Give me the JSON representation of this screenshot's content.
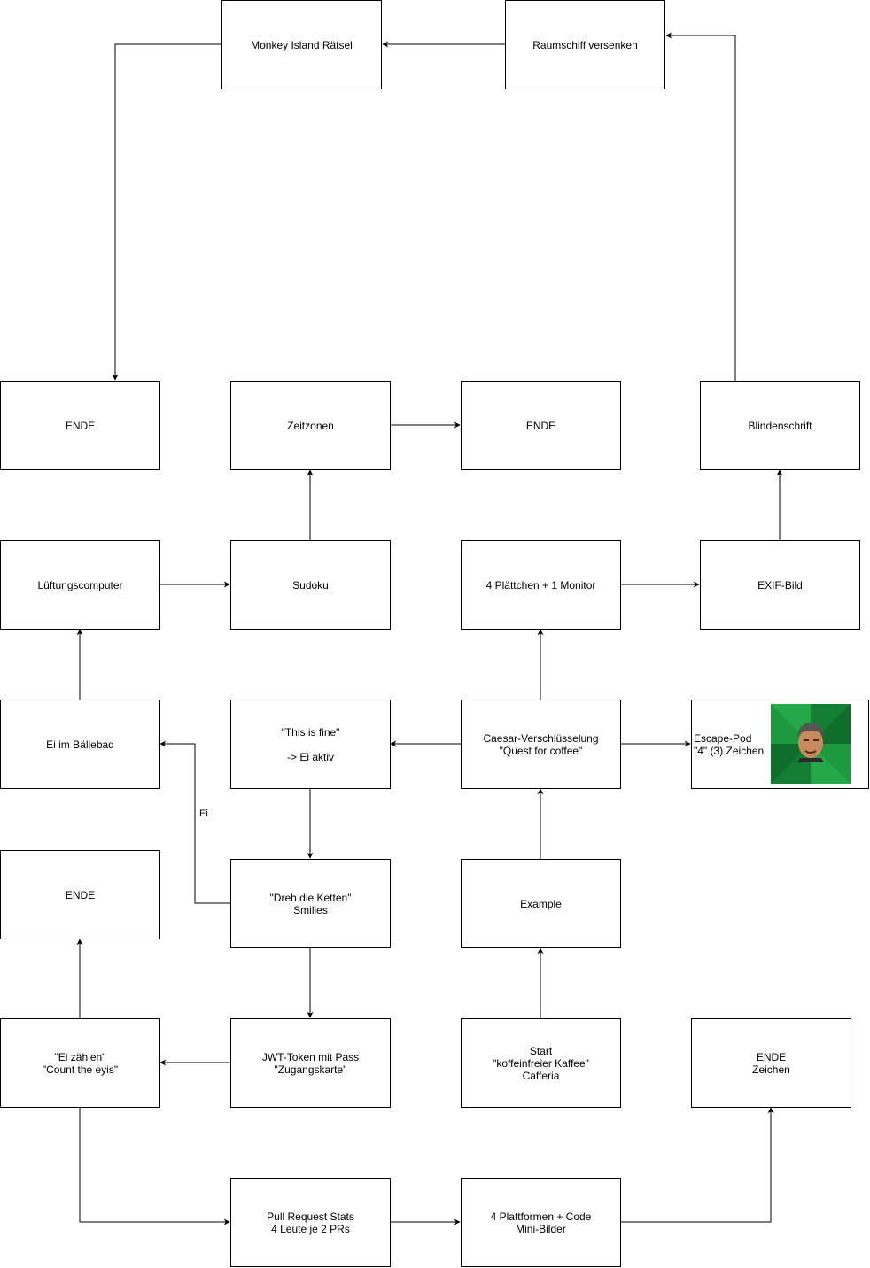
{
  "nodes": [
    {
      "id": "monkey",
      "lines": [
        "Monkey Island Rätsel"
      ]
    },
    {
      "id": "raumschiff",
      "lines": [
        "Raumschiff versenken"
      ]
    },
    {
      "id": "ende1",
      "lines": [
        "ENDE"
      ]
    },
    {
      "id": "zeitzonen",
      "lines": [
        "Zeitzonen"
      ]
    },
    {
      "id": "ende2",
      "lines": [
        "ENDE"
      ]
    },
    {
      "id": "blindenschrift",
      "lines": [
        "Blindenschrift"
      ]
    },
    {
      "id": "lueftung",
      "lines": [
        "Lüftungscomputer"
      ]
    },
    {
      "id": "sudoku",
      "lines": [
        "Sudoku"
      ]
    },
    {
      "id": "plaettchen",
      "lines": [
        "4 Plättchen + 1 Monitor"
      ]
    },
    {
      "id": "exif",
      "lines": [
        "EXIF-Bild"
      ]
    },
    {
      "id": "ballebad",
      "lines": [
        "Ei im Bällebad"
      ]
    },
    {
      "id": "thisisfine",
      "lines": [
        "\"This is fine\"",
        "",
        "-> Ei aktiv"
      ]
    },
    {
      "id": "caesar",
      "lines": [
        "Caesar-Verschlüsselung",
        "\"Quest for coffee\""
      ]
    },
    {
      "id": "escape",
      "lines": [
        "Escape-Pod",
        "\"4\" (3) Zeichen"
      ]
    },
    {
      "id": "ende3",
      "lines": [
        "ENDE"
      ]
    },
    {
      "id": "dreh",
      "lines": [
        "\"Dreh die Ketten\"",
        "Smilies"
      ]
    },
    {
      "id": "example",
      "lines": [
        "Example"
      ]
    },
    {
      "id": "eizaehlen",
      "lines": [
        "\"Ei zählen\"",
        "\"Count the eyis\""
      ]
    },
    {
      "id": "jwt",
      "lines": [
        "JWT-Token mit Pass",
        "\"Zugangskarte\""
      ]
    },
    {
      "id": "start",
      "lines": [
        "Start",
        "\"koffeinfreier Kaffee\"",
        "Cafferia"
      ]
    },
    {
      "id": "endezeichen",
      "lines": [
        "ENDE",
        "Zeichen"
      ]
    },
    {
      "id": "pullrequest",
      "lines": [
        "Pull Request Stats",
        "4 Leute je 2 PRs"
      ]
    },
    {
      "id": "plattformen",
      "lines": [
        "4 Plattformen + Code",
        "Mini-Bilder"
      ]
    }
  ],
  "edges": [
    {
      "from": "raumschiff",
      "to": "monkey"
    },
    {
      "from": "monkey",
      "to": "ende1"
    },
    {
      "from": "blindenschrift",
      "to": "raumschiff"
    },
    {
      "from": "zeitzonen",
      "to": "ende2"
    },
    {
      "from": "exif",
      "to": "blindenschrift"
    },
    {
      "from": "sudoku",
      "to": "zeitzonen"
    },
    {
      "from": "lueftung",
      "to": "sudoku"
    },
    {
      "from": "plaettchen",
      "to": "exif"
    },
    {
      "from": "ballebad",
      "to": "lueftung"
    },
    {
      "from": "caesar",
      "to": "plaettchen"
    },
    {
      "from": "caesar",
      "to": "thisisfine"
    },
    {
      "from": "caesar",
      "to": "escape"
    },
    {
      "from": "thisisfine",
      "to": "dreh"
    },
    {
      "from": "dreh",
      "to": "ballebad",
      "label": "Ei"
    },
    {
      "from": "dreh",
      "to": "jwt"
    },
    {
      "from": "example",
      "to": "caesar"
    },
    {
      "from": "start",
      "to": "example"
    },
    {
      "from": "jwt",
      "to": "eizaehlen"
    },
    {
      "from": "eizaehlen",
      "to": "ende3"
    },
    {
      "from": "eizaehlen",
      "to": "pullrequest"
    },
    {
      "from": "pullrequest",
      "to": "plattformen"
    },
    {
      "from": "plattformen",
      "to": "endezeichen"
    }
  ],
  "edge_labels": {
    "ei": "Ei"
  },
  "images": [
    {
      "node": "escape",
      "description": "meme-face-icon",
      "colors": [
        "#1a8a3a",
        "#0e6a28",
        "#2fae4e"
      ]
    }
  ]
}
